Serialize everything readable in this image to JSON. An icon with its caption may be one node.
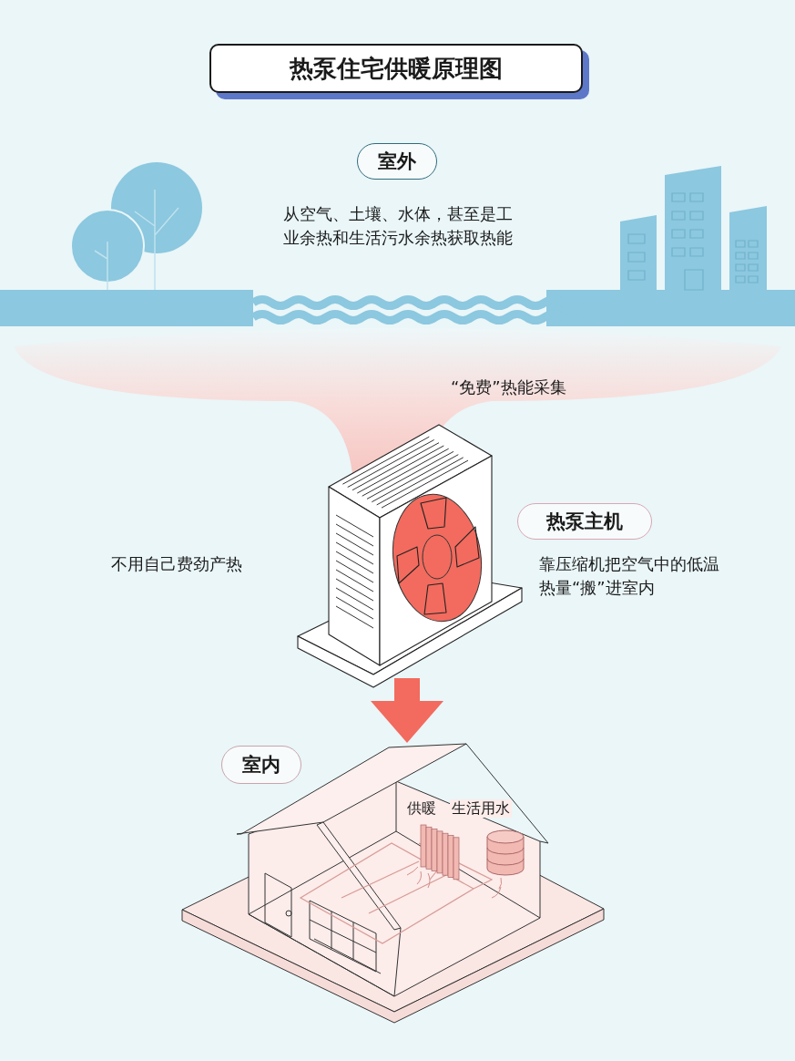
{
  "diagram": {
    "title": "热泵住宅供暖原理图",
    "nodes": [
      {
        "text": [
          "室外"
        ],
        "beside": [
          "从空气、土壤、水体，甚至是工业余热和生活污水余热获取热能"
        ]
      },
      {
        "text": [],
        "shape": "picture"
      },
      {
        "text": [
          "热泵主机"
        ],
        "beside": [
          "靠压缩机把空气中的低温热量“搬”进室内"
        ]
      },
      {
        "text": [
          "室内"
        ]
      },
      {
        "text": [],
        "shape": "picture"
      }
    ],
    "edges": [
      {
        "from": 1,
        "to": 4,
        "arrow": "to"
      }
    ],
    "labels": [
      "“免费”热能采集",
      "不用自己费劲产热",
      "供暖",
      "生活用水"
    ]
  }
}
